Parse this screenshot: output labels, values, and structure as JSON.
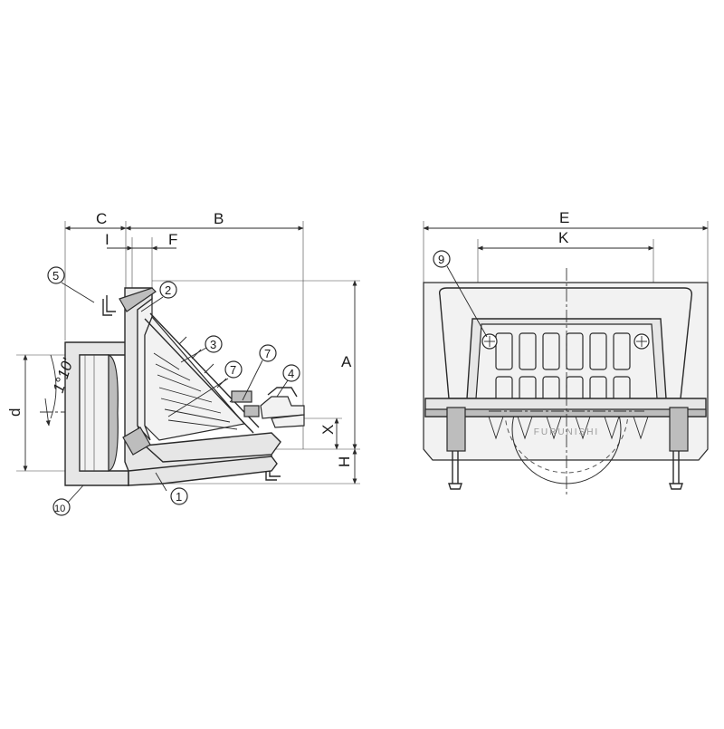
{
  "dimensions": {
    "A": "A",
    "B": "B",
    "C": "C",
    "d": "d",
    "E": "E",
    "F": "F",
    "H": "H",
    "I": "I",
    "K": "K",
    "X": "X"
  },
  "slope_label": "1°10'",
  "callouts": {
    "c1": "1",
    "c2": "2",
    "c3": "3",
    "c4": "4",
    "c5": "5",
    "c7a": "7",
    "c7b": "7",
    "c9": "9",
    "c10": "10"
  },
  "watermark": "FURUNISHI",
  "colors": {
    "line": "#2a2a2a",
    "fill": "#e6e6e6"
  }
}
